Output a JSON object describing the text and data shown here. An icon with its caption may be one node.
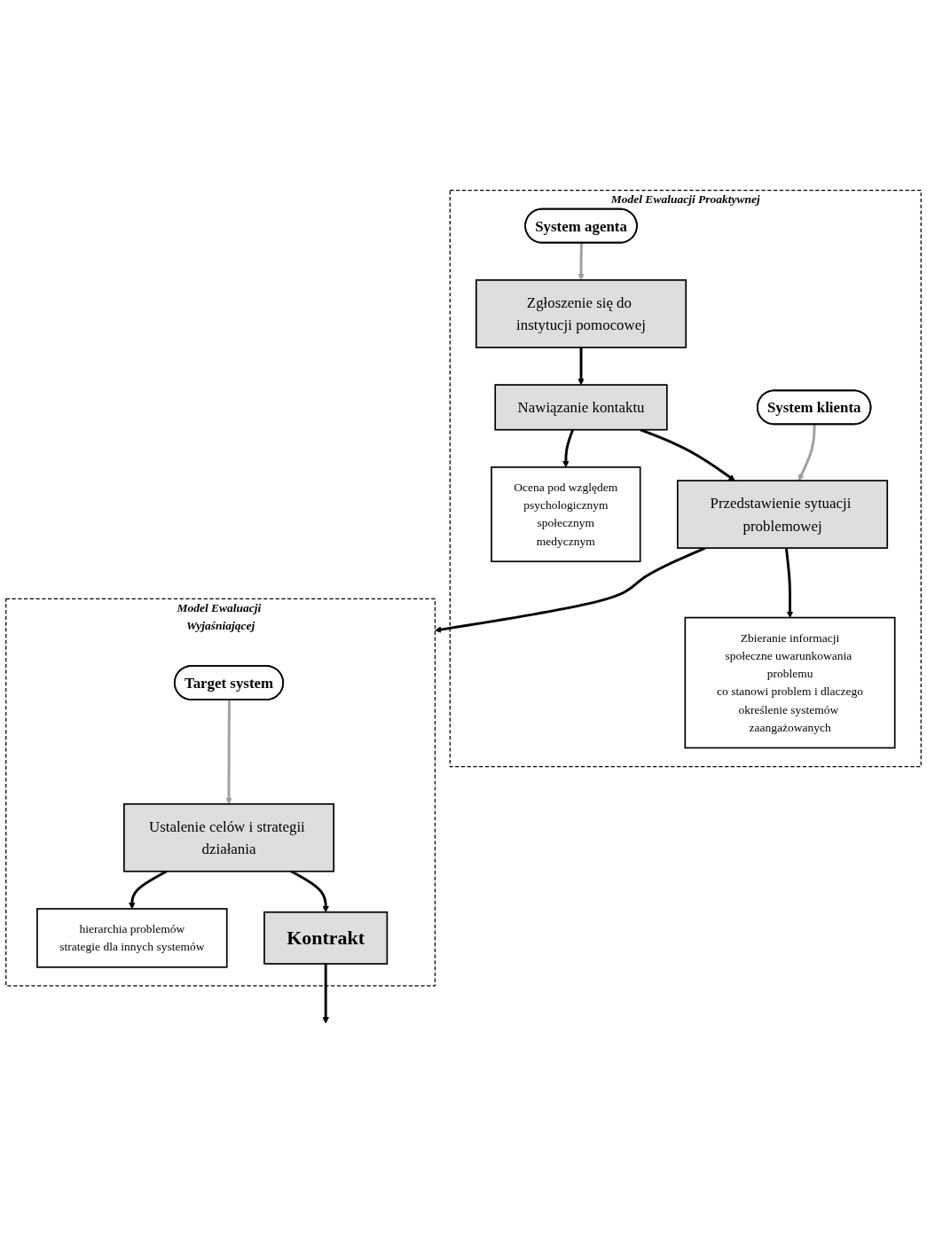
{
  "diagram": {
    "nodes": [
      {
        "text": [
          "Model Ewaluacji Proaktywnej"
        ]
      },
      {
        "text": [
          "System agenta"
        ],
        "in": 0
      },
      {
        "text": [
          "Zgłoszenie się do instytucji pomocowej"
        ],
        "in": 0
      },
      {
        "text": [
          "Nawiązanie kontaktu"
        ],
        "in": 0
      },
      {
        "text": [
          "Ocena pod względem",
          "psychologicznym",
          "społecznym",
          "medycznym"
        ],
        "in": 0
      },
      {
        "text": [
          "System klienta"
        ],
        "in": 0
      },
      {
        "text": [
          "Przedstawienie sytuacji problemowej"
        ],
        "in": 0
      },
      {
        "text": [
          "Zbieranie informacji",
          "społeczne uwarunkowania problemu",
          "co stanowi problem i dlaczego",
          "określenie systemów zaangażowanych"
        ],
        "in": 0
      },
      {
        "text": [
          "Model Ewaluacji Wyjaśniającej"
        ]
      },
      {
        "text": [
          "Target system"
        ],
        "in": 8
      },
      {
        "text": [
          "Ustalenie celów i strategii działania"
        ],
        "in": 8
      },
      {
        "text": [
          "hierarchia problemów",
          "strategie dla innych systemów"
        ],
        "in": 8
      },
      {
        "text": [
          "Kontrakt"
        ],
        "in": 8
      }
    ],
    "edges": [
      {
        "from": 1,
        "to": 2,
        "arrow": "to",
        "color": "#a0a0a0"
      },
      {
        "from": 2,
        "to": 3,
        "arrow": "to"
      },
      {
        "from": 3,
        "to": 4,
        "arrow": "to"
      },
      {
        "from": 3,
        "to": 6,
        "arrow": "to"
      },
      {
        "from": 5,
        "to": 6,
        "arrow": "to",
        "color": "#a0a0a0"
      },
      {
        "from": 6,
        "to": 7,
        "arrow": "to"
      },
      {
        "from": 6,
        "to": 8,
        "arrow": "to"
      },
      {
        "from": 9,
        "to": 10,
        "arrow": "to",
        "color": "#a0a0a0"
      },
      {
        "from": 10,
        "to": 11,
        "arrow": "to"
      },
      {
        "from": 10,
        "to": 12,
        "arrow": "to"
      },
      {
        "from": 12,
        "to": null,
        "arrow": "to"
      }
    ]
  }
}
